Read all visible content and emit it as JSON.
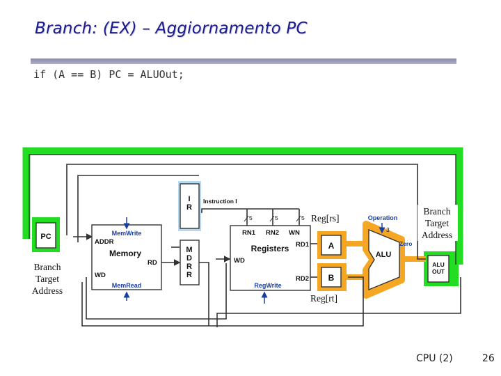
{
  "slide": {
    "title": "Branch: (EX) – Aggiornamento PC",
    "code": "if (A == B) PC = ALUOut;",
    "footer_label": "CPU (2)",
    "page_number": "26"
  },
  "diagram": {
    "pc": "PC",
    "addr": "ADDR",
    "memory": "Memory",
    "rd": "RD",
    "wd": "WD",
    "mem_write": "MemWrite",
    "mem_read": "MemRead",
    "ir_i": "I",
    "ir_r": "R",
    "instruction_i": "Instruction I",
    "mdr_m": "M",
    "mdr_d": "D",
    "mdr_d2": "R",
    "mdr_r": "R",
    "bits5_a": "5",
    "bits5_b": "5",
    "bits5_c": "5",
    "rn1": "RN1",
    "rn2": "RN2",
    "wn": "WN",
    "registers": "Registers",
    "rd1": "RD1",
    "rd2": "RD2",
    "reg_wd": "WD",
    "reg_write": "RegWrite",
    "a": "A",
    "b": "B",
    "operation": "Operation",
    "op_bits": "3",
    "alu": "ALU",
    "zero": "Zero",
    "alu_out_1": "ALU",
    "alu_out_2": "OUT",
    "reg_rs": "Reg[rs]",
    "reg_rt": "Reg[rt]",
    "bta_right_1": "Branch",
    "bta_right_2": "Target",
    "bta_right_3": "Address",
    "bta_left_1": "Branch",
    "bta_left_2": "Target",
    "bta_left_3": "Address"
  },
  "colors": {
    "highlight_green": "#22dd22",
    "highlight_orange": "#f5a623",
    "signal_blue": "#1a3fa0",
    "title_blue": "#1a1a8c"
  }
}
